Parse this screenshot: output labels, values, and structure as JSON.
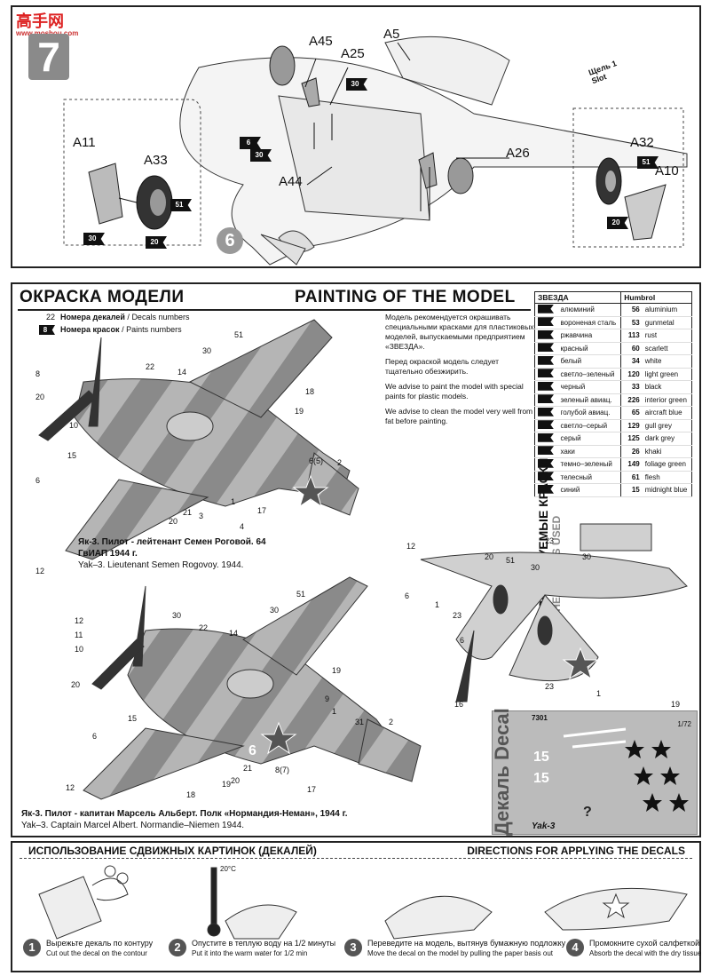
{
  "watermark": {
    "name": "高手网",
    "url": "www.moshou.com"
  },
  "step": {
    "number": "7",
    "sub_number": "6",
    "parts": [
      "A45",
      "A25",
      "A5",
      "A11",
      "A33",
      "A44",
      "A26",
      "A32",
      "A10"
    ],
    "colors": [
      "30",
      "6",
      "30",
      "30",
      "51",
      "20",
      "51",
      "20"
    ],
    "callout": "Щель 1 Slot"
  },
  "painting": {
    "title_ru": "ОКРАСКА МОДЕЛИ",
    "title_en": "PAINTING OF THE MODEL",
    "legend": [
      {
        "num": "22",
        "ru": "Номера декалей",
        "en": "Decals numbers"
      },
      {
        "num": "8",
        "ru": "Номера красок",
        "en": "Paints numbers"
      }
    ],
    "paragraphs": [
      "Модель рекомендуется окрашивать специальными красками для пластиковых моделей, выпускаемыми предприятием «ЗВЕЗДА».",
      "Перед окраской модель следует тщательно обезжирить.",
      "We advise to paint the model with special paints for plastic models.",
      "We advise to clean the model very well from fat before painting."
    ],
    "colors_title_ru": "ИСПОЛЬЗУЕМЫЕ КРАСКИ",
    "colors_title_en": "THE COLORS USED",
    "table_header": {
      "zvezda": "ЗВЕЗДА",
      "humbrol": "Humbrol"
    },
    "colors": [
      {
        "z": "алюминий",
        "h": "56",
        "en": "aluminium"
      },
      {
        "z": "вороненая сталь",
        "h": "53",
        "en": "gunmetal"
      },
      {
        "z": "ржавчина",
        "h": "113",
        "en": "rust"
      },
      {
        "z": "красный",
        "h": "60",
        "en": "scarlett"
      },
      {
        "z": "белый",
        "h": "34",
        "en": "white"
      },
      {
        "z": "светло–зеленый",
        "h": "120",
        "en": "light green"
      },
      {
        "z": "черный",
        "h": "33",
        "en": "black"
      },
      {
        "z": "зеленый авиац.",
        "h": "226",
        "en": "interior green"
      },
      {
        "z": "голубой авиац.",
        "h": "65",
        "en": "aircraft blue"
      },
      {
        "z": "светло–серый",
        "h": "129",
        "en": "gull grey"
      },
      {
        "z": "серый",
        "h": "125",
        "en": "dark grey"
      },
      {
        "z": "хаки",
        "h": "26",
        "en": "khaki"
      },
      {
        "z": "темно–зеленый",
        "h": "149",
        "en": "foliage green"
      },
      {
        "z": "телесный",
        "h": "61",
        "en": "flesh"
      },
      {
        "z": "синий",
        "h": "15",
        "en": "midnight blue"
      }
    ],
    "caption1_ru": "Як-3. Пилот - лейтенант Семен Роговой. 64 ГвИАП 1944 г.",
    "caption1_en": "Yak–3. Lieutenant Semen Rogovoy. 1944.",
    "caption2_ru": "Як-3. Пилот - капитан Марсель Альберт. Полк «Нормандия-Неман», 1944 г.",
    "caption2_en": "Yak–3. Captain Marcel Albert. Normandie–Niemen 1944.",
    "plane1_numbers": [
      "8",
      "20",
      "10",
      "15",
      "6",
      "12",
      "22",
      "14",
      "30",
      "51",
      "19",
      "18",
      "6(5)",
      "2",
      "1",
      "3",
      "4",
      "17",
      "21",
      "20"
    ],
    "plane2_numbers": [
      "12",
      "11",
      "10",
      "20",
      "15",
      "6",
      "12",
      "22",
      "30",
      "14",
      "51",
      "30",
      "19",
      "9",
      "1",
      "31",
      "2",
      "8(7)",
      "17",
      "18",
      "19",
      "21",
      "20"
    ],
    "plane3_numbers": [
      "12",
      "6",
      "20",
      "51",
      "30",
      "23",
      "30",
      "1",
      "23",
      "6",
      "16",
      "23",
      "1",
      "19"
    ],
    "decal_sheet": {
      "code": "7301",
      "scale": "1/72",
      "label_ru": "Декаль",
      "label_en": "Decal",
      "model": "Yak-3"
    }
  },
  "decals": {
    "title_ru": "ИСПОЛЬЗОВАНИЕ СДВИЖНЫХ КАРТИНОК (ДЕКАЛЕЙ)",
    "title_en": "DIRECTIONS FOR APPLYING THE DECALS",
    "temp": "20°C",
    "steps": [
      {
        "n": "1",
        "ru": "Вырежьте декаль по контуру",
        "en": "Cut out the decal on the contour"
      },
      {
        "n": "2",
        "ru": "Опустите в теплую воду на 1/2 минуты",
        "en": "Put it into the warm water for 1/2 min"
      },
      {
        "n": "3",
        "ru": "Переведите на модель, вытянув бумажную подложку",
        "en": "Move the decal on the model by pulling the paper basis out"
      },
      {
        "n": "4",
        "ru": "Промокните сухой салфеткой",
        "en": "Absorb the decal with the dry tissue"
      }
    ]
  }
}
